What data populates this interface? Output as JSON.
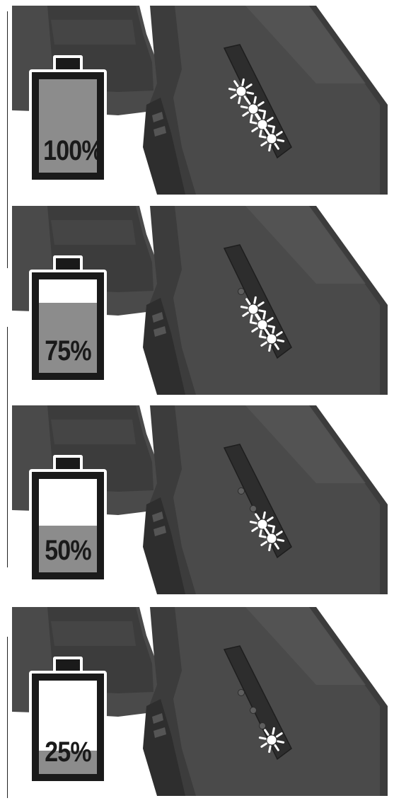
{
  "panels": [
    {
      "label": "100%",
      "level": 1.0,
      "leds_lit": 4
    },
    {
      "label": "75%",
      "level": 0.75,
      "leds_lit": 3
    },
    {
      "label": "50%",
      "level": 0.5,
      "leds_lit": 2
    },
    {
      "label": "25%",
      "level": 0.25,
      "leds_lit": 1
    }
  ],
  "colors": {
    "tool_dark": "#3c3c3c",
    "tool_mid": "#4a4a4a",
    "tool_light": "#5a5a5a",
    "battery_fill": "#8c8c8c",
    "battery_frame": "#1a1a1a"
  },
  "icons": [
    "battery-icon",
    "led-lit-icon",
    "led-unlit-icon"
  ]
}
